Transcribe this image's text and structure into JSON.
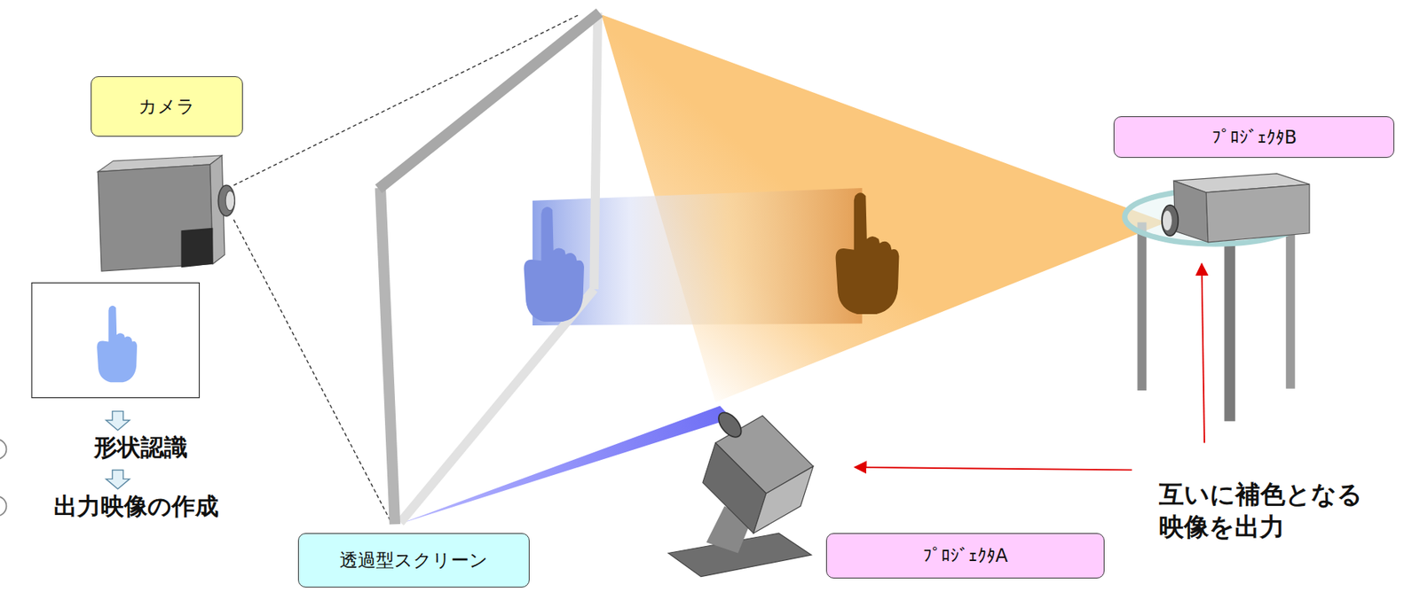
{
  "diagram": {
    "nodes": [
      {
        "text": [
          "カメラ"
        ]
      },
      {
        "text": [
          "ﾌﾟﾛｼﾞｪｸﾀB"
        ]
      },
      {
        "text": [
          "透過型スクリーン"
        ]
      },
      {
        "text": [
          "ﾌﾟﾛｼﾞｪｸﾀA"
        ]
      }
    ],
    "labels": [
      "形状認識",
      "出力映像の作成",
      "互いに補色となる 映像を出力"
    ]
  }
}
